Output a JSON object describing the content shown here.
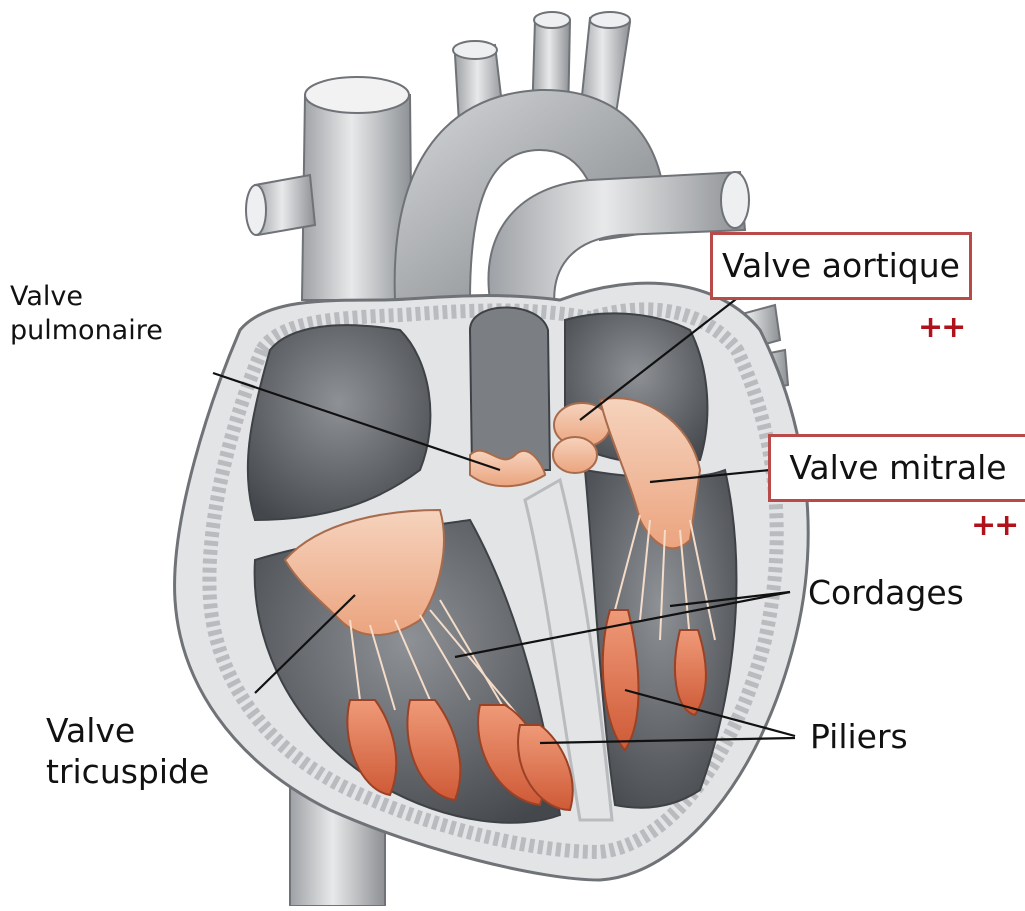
{
  "labels": {
    "pulmonary_valve_line1": "Valve",
    "pulmonary_valve_line2": "pulmonaire",
    "aortic_valve": "Valve aortique",
    "aortic_marker": "++",
    "mitral_valve": "Valve mitrale",
    "mitral_marker": "++",
    "chordae": "Cordages",
    "pillars": "Piliers",
    "tricuspid_valve_line1": "Valve",
    "tricuspid_valve_line2": "tricuspide"
  },
  "colors": {
    "vessel": "#c9cbcd",
    "chamber": "#5b5e62",
    "myocardium": "#e3e4e6",
    "valve_tissue": "#f1bc9c",
    "papillary": "#e0714f",
    "highlight_box": "#b94a4a",
    "marker": "#b0121b"
  }
}
